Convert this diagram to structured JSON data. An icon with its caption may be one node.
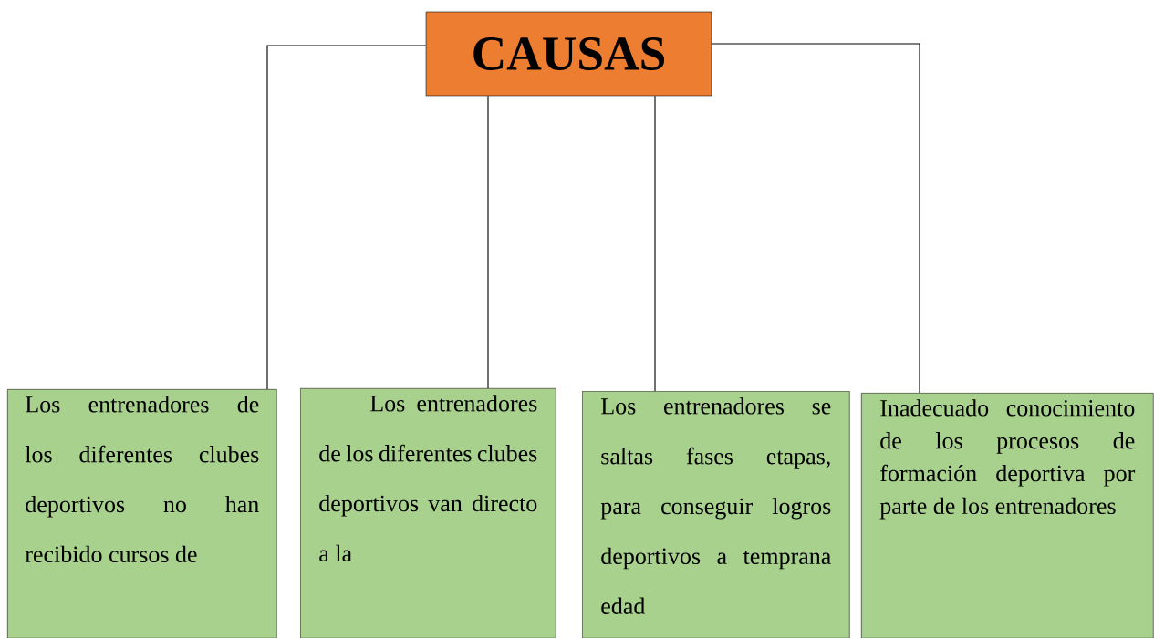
{
  "diagram": {
    "nodes": [
      {
        "text": [
          "CAUSAS"
        ]
      },
      {
        "text": [
          "Los entrenadores de los diferentes clubes deportivos no han recibido cursos de"
        ]
      },
      {
        "text": [
          "Los entrenadores de los diferentes clubes deportivos van directo a la"
        ]
      },
      {
        "text": [
          "Los entrenadores se saltas fases etapas, para conseguir logros deportivos a temprana edad"
        ]
      },
      {
        "text": [
          "Inadecuado conocimiento de los procesos de formación deportiva por parte de los entrenadores"
        ]
      }
    ],
    "edges": [
      {
        "from": 0,
        "to": 1,
        "arrow": "none"
      },
      {
        "from": 0,
        "to": 2,
        "arrow": "none"
      },
      {
        "from": 0,
        "to": 3,
        "arrow": "none"
      },
      {
        "from": 0,
        "to": 4,
        "arrow": "none"
      }
    ]
  }
}
